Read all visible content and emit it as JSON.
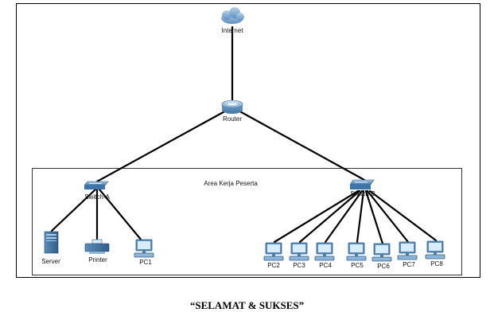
{
  "diagram": {
    "area_label": "Area Kerja Peserta",
    "nodes": {
      "internet": "Internet",
      "router": "Router",
      "switch_a": "Switch-A",
      "switch_b": "Switch-B",
      "server": "Server",
      "printer": "Printer",
      "pc1": "PC1",
      "pc2": "PC2",
      "pc3": "PC3",
      "pc4": "PC4",
      "pc5": "PC5",
      "pc6": "PC6",
      "pc7": "PC7",
      "pc8": "PC8"
    }
  },
  "caption": "“SELAMAT & SUKSES”"
}
